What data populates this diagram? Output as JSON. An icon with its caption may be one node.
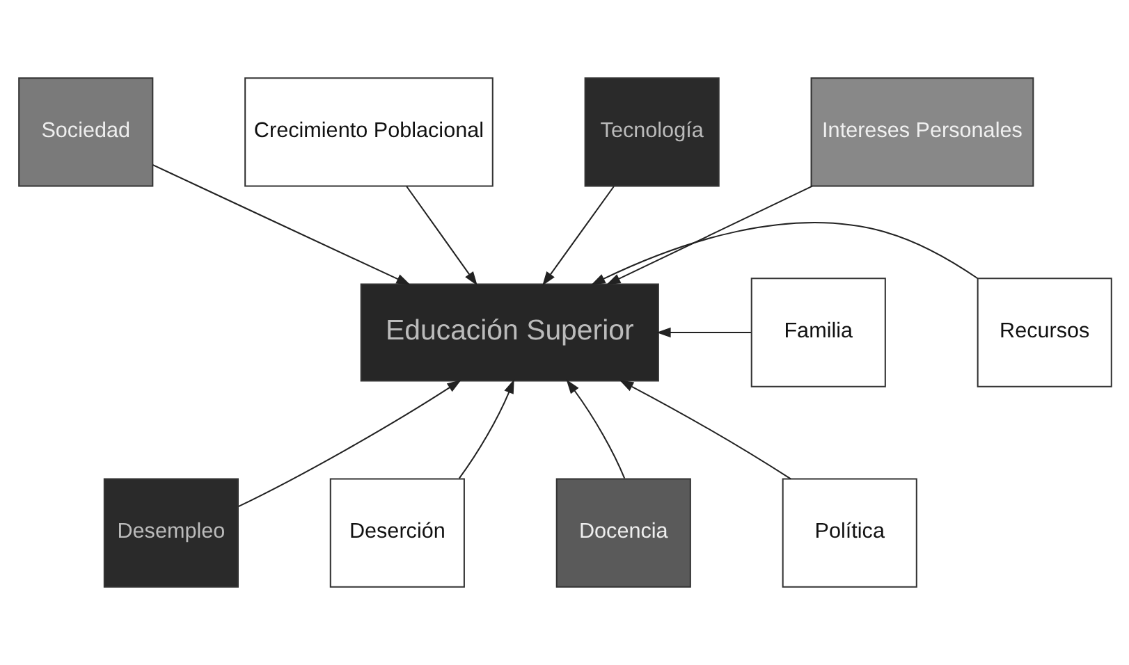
{
  "diagram": {
    "nodes": [
      {
        "text": [
          "Sociedad"
        ]
      },
      {
        "text": [
          "Crecimiento Poblacional"
        ]
      },
      {
        "text": [
          "Tecnología"
        ]
      },
      {
        "text": [
          "Intereses Personales"
        ]
      },
      {
        "text": [
          "Familia"
        ]
      },
      {
        "text": [
          "Educación Superior"
        ]
      },
      {
        "text": [
          "Recursos"
        ]
      },
      {
        "text": [
          "Desempleo"
        ]
      },
      {
        "text": [
          "Deserción"
        ]
      },
      {
        "text": [
          "Docencia"
        ]
      },
      {
        "text": [
          "Política"
        ]
      }
    ],
    "edges": [
      {
        "from": 0,
        "to": 5,
        "arrow": "to"
      },
      {
        "from": 1,
        "to": 5,
        "arrow": "to"
      },
      {
        "from": 2,
        "to": 5,
        "arrow": "to"
      },
      {
        "from": 3,
        "to": 5,
        "arrow": "to"
      },
      {
        "from": 4,
        "to": 5,
        "arrow": "to"
      },
      {
        "from": 6,
        "to": 5,
        "arrow": "to"
      },
      {
        "from": 7,
        "to": 5,
        "arrow": "to"
      },
      {
        "from": 8,
        "to": 5,
        "arrow": "to"
      },
      {
        "from": 9,
        "to": 5,
        "arrow": "to"
      },
      {
        "from": 10,
        "to": 5,
        "arrow": "to"
      }
    ]
  }
}
